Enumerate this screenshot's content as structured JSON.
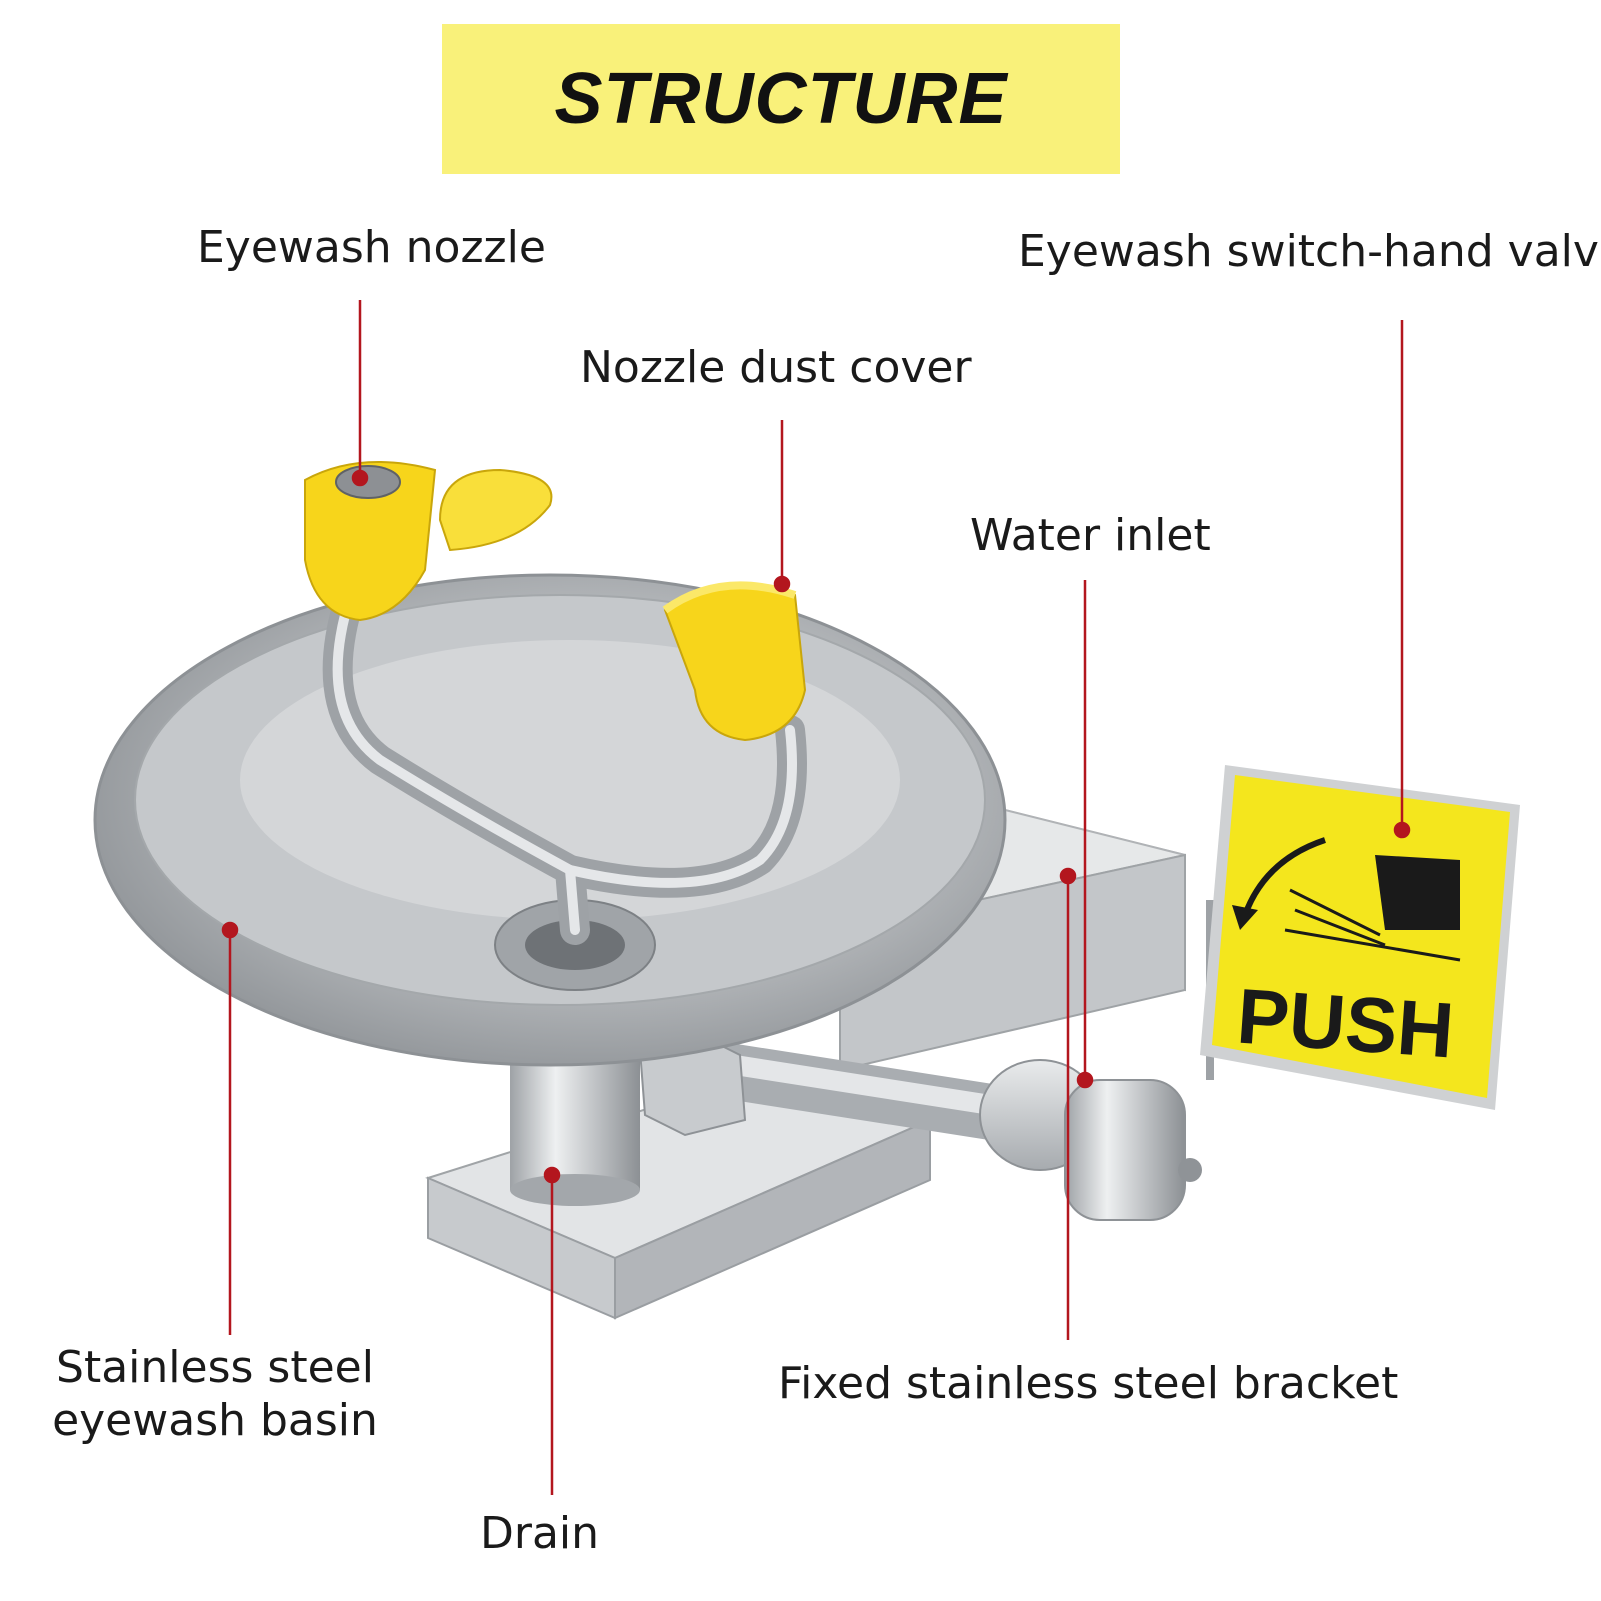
{
  "title": "STRUCTURE",
  "labels": {
    "eyewash_nozzle": "Eyewash nozzle",
    "hand_valve": "Eyewash switch-hand valve",
    "dust_cover": "Nozzle dust cover",
    "water_inlet": "Water inlet",
    "basin_line1": "Stainless steel",
    "basin_line2": "eyewash basin",
    "bracket": "Fixed stainless steel bracket",
    "drain": "Drain"
  },
  "sign": {
    "text": "PUSH"
  },
  "colors": {
    "banner": "#f9f17a",
    "leader": "#b3161e",
    "yellow_part": "#f7d51b",
    "sign_yellow": "#f4e61d",
    "steel": "#c9cbcd"
  }
}
